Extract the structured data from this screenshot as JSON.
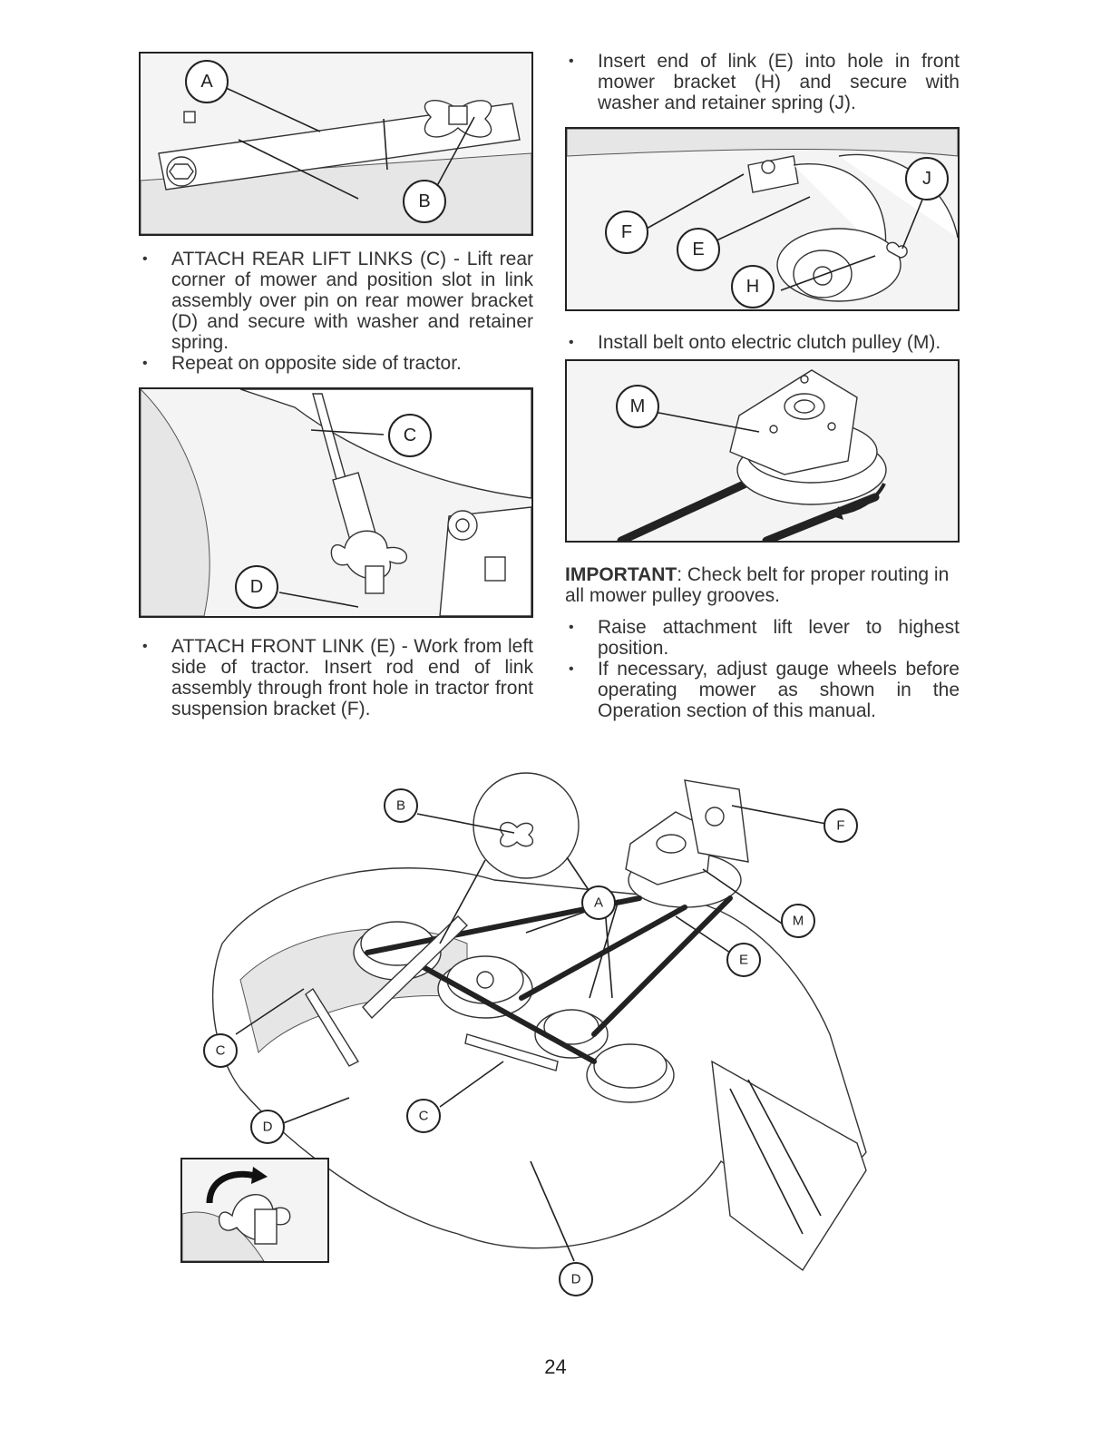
{
  "page_number": "24",
  "figures": {
    "fig1": {
      "callouts": [
        "A",
        "B"
      ]
    },
    "fig2": {
      "callouts": [
        "C",
        "D"
      ]
    },
    "fig3": {
      "callouts": [
        "F",
        "E",
        "H",
        "J"
      ]
    },
    "fig4": {
      "callouts": [
        "M"
      ]
    },
    "assembly": {
      "callouts": [
        "B",
        "A",
        "F",
        "M",
        "E",
        "C",
        "C",
        "D",
        "D"
      ]
    }
  },
  "left_column": {
    "bullets_1": [
      "ATTACH REAR LIFT LINKS (C) - Lift rear corner of mower and position slot in link assembly over pin on rear mower bracket (D) and secure with washer and retainer spring.",
      "Repeat on opposite side of tractor."
    ],
    "bullets_2": [
      "ATTACH FRONT LINK (E) - Work from left side of tractor. Insert rod end of link assembly through front hole in tractor front suspension bracket (F)."
    ]
  },
  "right_column": {
    "bullets_1": [
      "Insert end of link (E) into hole in front mower bracket (H) and secure with washer and retainer spring (J)."
    ],
    "bullets_2": [
      "Install belt onto electric clutch pulley (M)."
    ],
    "important_label": "IMPORTANT",
    "important_text": ": Check belt for proper routing in all mower pulley grooves.",
    "bullets_3": [
      "Raise attachment lift lever to highest position.",
      "If necessary, adjust gauge wheels before operating mower as shown in the Operation section of this manual."
    ]
  }
}
